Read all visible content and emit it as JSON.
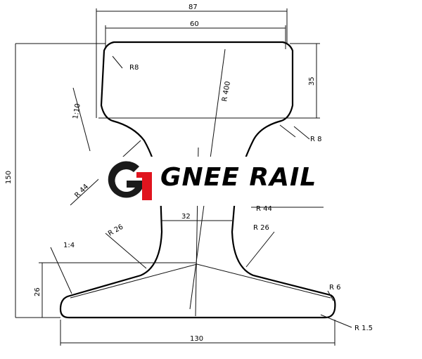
{
  "dimensions": {
    "top_width_overall": "87",
    "head_width": "60",
    "head_height": "35",
    "total_height": "150",
    "web_thickness": "32",
    "base_width": "130",
    "base_height": "26",
    "crown_radius": "R 400",
    "head_corner_radius": "R8",
    "head_underside_radius": "R 8",
    "fillet_radius_left": "R 44",
    "fillet_radius_right_partial": "R 44",
    "web_base_radius_left": "R 26",
    "web_base_radius_right": "R 26",
    "base_tip_radius": "R 6",
    "base_edge_radius": "R 1.5",
    "head_slope": "1:10",
    "base_slope": "1:4"
  },
  "logo": {
    "brand_text": "GNEE RAIL",
    "mark_letters": "G1",
    "colors": {
      "mark_dark": "#1a1a1a",
      "mark_red": "#e0141e",
      "text": "#000000"
    }
  }
}
